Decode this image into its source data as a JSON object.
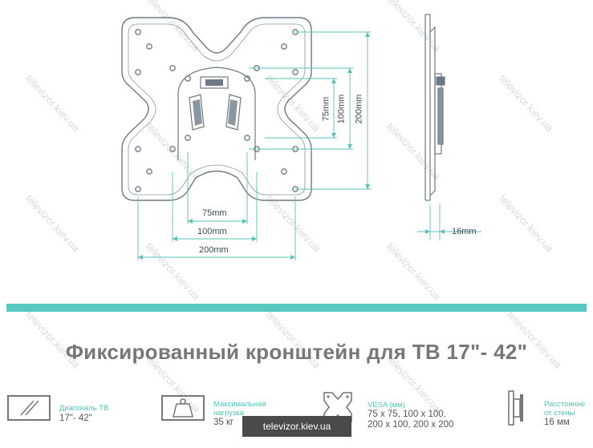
{
  "diagram": {
    "dim_75": "75mm",
    "dim_100": "100mm",
    "dim_200": "200mm",
    "dim_depth": "16mm"
  },
  "title": "Фиксированный кронштейн для ТВ 17\"- 42\"",
  "specs": [
    {
      "label": "Диагональ ТВ",
      "value": "17\"- 42\"",
      "icon": "tv-diagonal-icon"
    },
    {
      "label": "Максимальная\nнагрузка",
      "value": "35 кг",
      "icon": "weight-icon"
    },
    {
      "label": "VESA (мм)",
      "value": "75 x 75, 100 x 100,\n200 x 100, 200 x 200",
      "icon": "vesa-plate-icon"
    },
    {
      "label": "Расстояние\nот стены",
      "value": "16 мм",
      "icon": "wall-distance-icon"
    }
  ],
  "watermark": "televizor.kiev.ua",
  "site_badge": "televizor.kiev.ua",
  "colors": {
    "accent": "#56c8c0",
    "dimension": "#5bbfb7",
    "line": "#6d7a85"
  }
}
